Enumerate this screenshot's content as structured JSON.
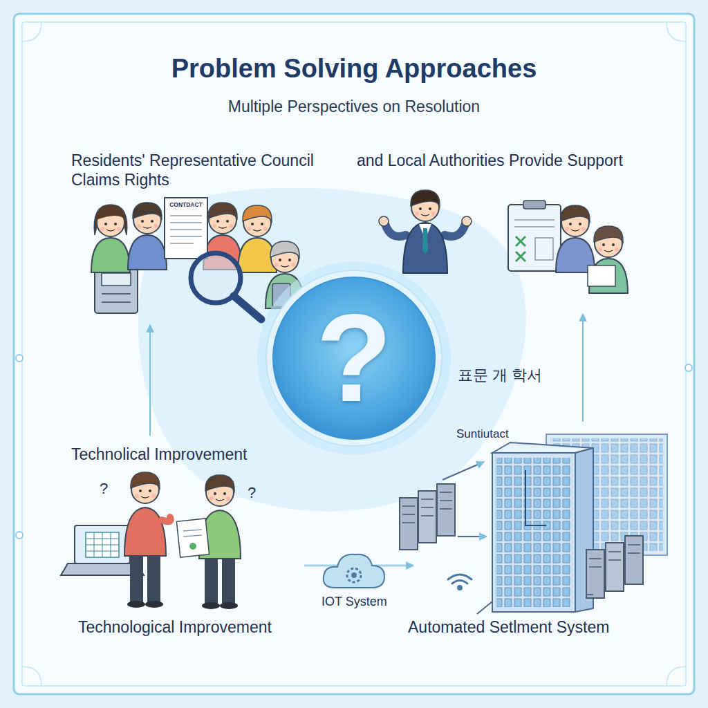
{
  "diagram": {
    "title": "Problem Solving Approaches",
    "nodes": [
      {
        "text": [
          "?"
        ]
      }
    ],
    "edges": [],
    "labels": [
      "Multiple Perspectives on Resolution",
      "Residents' Representative Council Claims Rights",
      "and Local Authorities Provide Support",
      "CONTDACT",
      "표문 개 학서",
      "Technolical Improvement",
      "Suntiutact",
      "?",
      "?",
      "IOT System",
      "Technological Improvement",
      "Automated Setlment System"
    ]
  }
}
